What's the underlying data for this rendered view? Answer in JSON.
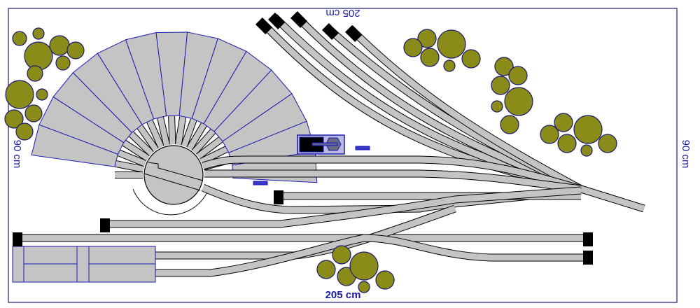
{
  "layout": {
    "title": "Model railway track plan",
    "width_label_top": "205 cm",
    "width_label_bottom": "205 cm",
    "height_label_left": "90 cm",
    "height_label_right": "90 cm",
    "colors": {
      "board_border": "#1a1a70",
      "track_fill": "#c4c4c4",
      "track_outline": "#000000",
      "tree_fill": "#8b8b1a",
      "tree_outline": "#1a1a70",
      "building_outline": "#1a1ab0",
      "dimension_text": "#1a1aa6",
      "bumper": "#000000"
    }
  },
  "elements": {
    "roundhouse": {
      "name": "roundhouse",
      "stalls": 14
    },
    "turntable": {
      "name": "turntable",
      "radiating_tracks": 16
    },
    "fan_yard": {
      "name": "fan-yard",
      "sidings": 5
    },
    "engine_shed": {
      "name": "engine-shed"
    },
    "water_tower": {
      "name": "water-tower"
    },
    "signal": {
      "name": "signal"
    },
    "tree_groups": 6
  }
}
